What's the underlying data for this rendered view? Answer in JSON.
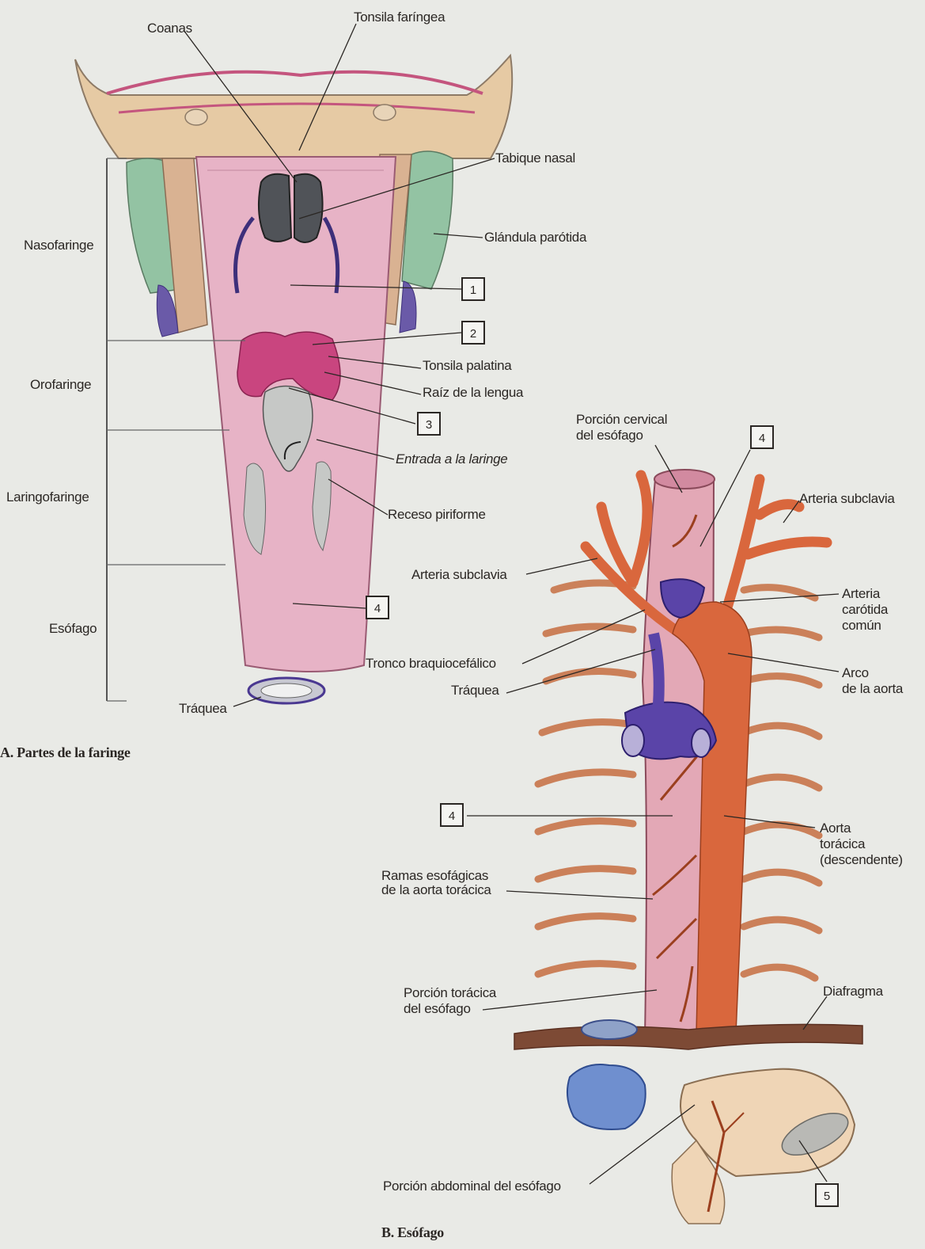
{
  "figure_a": {
    "caption": "A. Partes de la faringe",
    "regions": {
      "nasofaringe": "Nasofaringe",
      "orofaringe": "Orofaringe",
      "laringofaringe": "Laringofaringe",
      "esofago": "Esófago"
    },
    "labels": {
      "coanas": "Coanas",
      "tonsila_faringea": "Tonsila faríngea",
      "tabique_nasal": "Tabique nasal",
      "glandula_parotida": "Glándula parótida",
      "tonsila_palatina": "Tonsila palatina",
      "raiz_lengua": "Raíz de la lengua",
      "entrada_laringe": "Entrada a la laringe",
      "receso_piriforme": "Receso piriforme",
      "traquea": "Tráquea"
    },
    "boxes": [
      "1",
      "2",
      "3",
      "4"
    ]
  },
  "figure_b": {
    "caption": "B. Esófago",
    "labels": {
      "porcion_cervical_1": "Porción cervical",
      "porcion_cervical_2": "del esófago",
      "arteria_subclavia_right": "Arteria subclavia",
      "arteria_subclavia_left": "Arteria subclavia",
      "arteria_carotida_1": "Arteria",
      "arteria_carotida_2": "carótida",
      "arteria_carotida_3": "común",
      "tronco_braquiocefalico": "Tronco braquiocefálico",
      "traquea": "Tráquea",
      "arco_aorta_1": "Arco",
      "arco_aorta_2": "de la aorta",
      "aorta_toracica_1": "Aorta",
      "aorta_toracica_2": "torácica",
      "aorta_toracica_3": "(descendente)",
      "ramas_esofagicas_1": "Ramas esofágicas",
      "ramas_esofagicas_2": "de la aorta torácica",
      "porcion_toracica_1": "Porción torácica",
      "porcion_toracica_2": "del esófago",
      "diafragma": "Diafragma",
      "porcion_abdominal": "Porción abdominal del esófago"
    },
    "boxes": [
      "4",
      "4",
      "5"
    ]
  },
  "colors": {
    "background": "#e9eae6",
    "mucosa": "#e7b3c6",
    "tonsil": "#c9457f",
    "parotid": "#93c3a3",
    "vein": "#4a3891",
    "artery": "#d9673d",
    "rib": "#c8754a",
    "diaphragm": "#7d4a35",
    "stomach": "#efd5b6",
    "skull": "#e6caa4"
  }
}
